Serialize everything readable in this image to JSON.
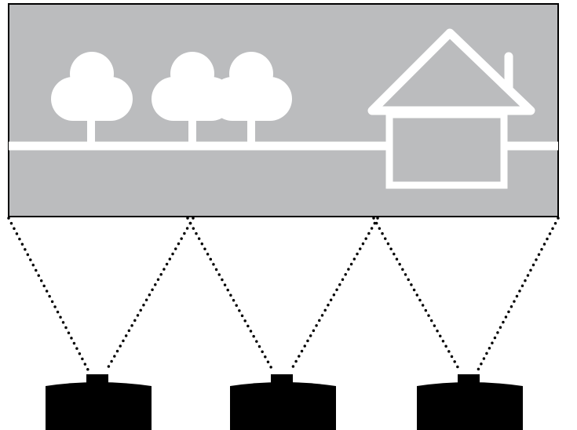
{
  "scene": {
    "background_color": "#bbbcbe",
    "border_color": "#000000",
    "art_color": "#ffffff",
    "trees": [
      {
        "kind": "tree",
        "icon": "tree-icon"
      },
      {
        "kind": "tree",
        "icon": "tree-icon"
      },
      {
        "kind": "tree",
        "icon": "tree-icon"
      }
    ],
    "house": {
      "icon": "house-icon"
    },
    "ground": {
      "icon": "ground-line"
    }
  },
  "projectors": {
    "color": "#000000",
    "count": 3,
    "icon": "projector-icon",
    "beam_style": "dotted"
  }
}
